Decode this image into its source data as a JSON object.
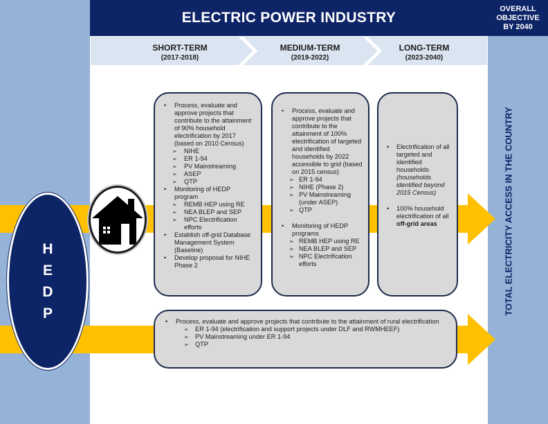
{
  "header": {
    "title": "ELECTRIC POWER INDUSTRY",
    "objective_line1": "OVERALL",
    "objective_line2": "OBJECTIVE",
    "objective_line3": "BY 2040"
  },
  "phases": [
    {
      "label": "SHORT-TERM",
      "years": "(2017-2018)"
    },
    {
      "label": "MEDIUM-TERM",
      "years": "(2019-2022)"
    },
    {
      "label": "LONG-TERM",
      "years": "(2023-2040)"
    }
  ],
  "hedp": [
    "H",
    "E",
    "D",
    "P"
  ],
  "overall_objective": "TOTAL ELECTRICITY ACCESS IN THE COUNTRY",
  "short_term": {
    "b1": "Process, evaluate and approve projects that contribute to the attainment of 90% household electrification by 2017 (based on 2010 Census)",
    "b1_subs": [
      "NIHE",
      "ER 1-94",
      "PV Mainstreaming",
      "ASEP",
      "QTP"
    ],
    "b2": "Monitoring of HEDP program",
    "b2_subs": [
      "REMB HEP using RE",
      "NEA BLEP and SEP",
      "NPC Electrification efforts"
    ],
    "b3": "Establish off-grid Database Management System (Baseline)",
    "b4": "Develop proposal for NIHE Phase 2"
  },
  "medium_term": {
    "b1": "Process, evaluate and approve projects that contribute to the attainment of 100% electrification of targeted and identified households  by 2022 accessible to grid (based on 2015 census)",
    "b1_subs": [
      "ER 1-94",
      "NIHE (Phase 2)",
      "PV Mainstreaming (under ASEP)",
      "QTP"
    ],
    "b2": "Monitoring of HEDP programs",
    "b2_subs": [
      "REMB HEP using RE",
      "NEA BLEP and SEP",
      "NPC Electrification efforts"
    ]
  },
  "long_term": {
    "b1_text": "Electrification of all targeted and identified households ",
    "b1_italic": "(households identified beyond 2015 Census)",
    "b2_text": "100% household electrification of all ",
    "b2_bold": "off-grid areas"
  },
  "rural": {
    "b1": "Process, evaluate and approve projects that contribute to the attainment of rural electrification",
    "subs": [
      "ER 1-94 (electrification and support projects under DLF and RWMHEEF)",
      "PV Mainstreaming under ER 1-94",
      "QTP"
    ]
  },
  "colors": {
    "navy": "#0d2467",
    "side_band": "#94b3d6",
    "phase_band": "#dbe5f1",
    "arrow": "#ffc000",
    "box_fill": "#d9d9d9"
  }
}
